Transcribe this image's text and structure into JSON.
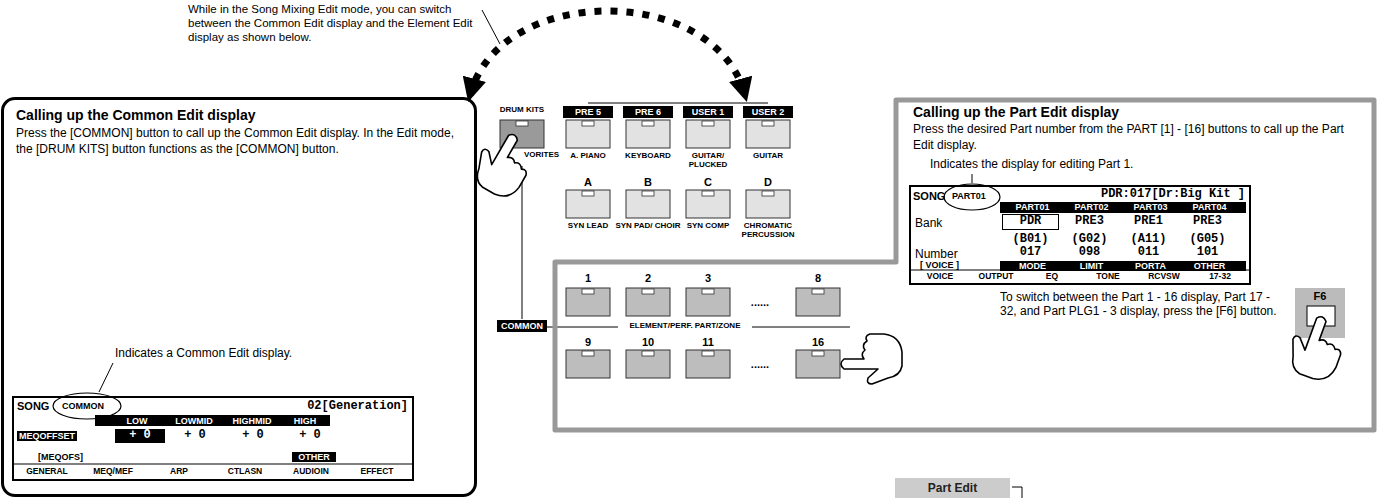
{
  "diagram": {
    "nodes": [
      {
        "text": [
          "Calling up the Common Edit display",
          "Press the [COMMON] button to call up the Common Edit display. In the Edit mode, the [DRUM KITS] button functions as the [COMMON] button."
        ]
      },
      {
        "text": [
          "Calling up the Part Edit display",
          "Press the desired Part number from the PART [1] - [16] buttons to call up the Part Edit display."
        ]
      },
      {
        "text": [
          "Part Edit"
        ]
      }
    ],
    "edges": [
      {
        "from": 0,
        "to": 1,
        "arrow": "both"
      }
    ],
    "labels": [
      "While in the Song Mixing Edit mode, you can switch between the Common Edit display and the Element Edit display as shown below.",
      "Indicates a Common Edit display.",
      "SONG",
      "COMMON",
      "02[Generation]",
      "LOW",
      "LOWMID",
      "HIGHMID",
      "HIGH",
      "MEQOFFSET",
      "+ 0",
      "+ 0",
      "+ 0",
      "+ 0",
      "[MEQOFS]",
      "OTHER",
      "GENERAL",
      "MEQ/MEF",
      "ARP",
      "CTLASN",
      "AUDIOIN",
      "EFFECT",
      "DRUM KITS",
      "VORITES",
      "PRE 5",
      "PRE 6",
      "USER 1",
      "USER 2",
      "A. PIANO",
      "KEYBOARD",
      "GUITAR/ PLUCKED",
      "GUITAR",
      "A",
      "B",
      "C",
      "D",
      "SYN LEAD",
      "SYN PAD/ CHOIR",
      "SYN COMP",
      "CHROMATIC PERCUSSION",
      "COMMON",
      "ELEMENT/PERF. PART/ZONE",
      "1",
      "2",
      "3",
      "......",
      "8",
      "9",
      "10",
      "11",
      "......",
      "16",
      "Indicates the display for editing Part 1.",
      "SONG",
      "PART01",
      "PDR:017[Dr:Big Kit ]",
      "PART01",
      "PART02",
      "PART03",
      "PART04",
      "Bank",
      "PDR",
      "PRE3",
      "PRE1",
      "PRE3",
      "Number",
      "(B01)",
      "(G02)",
      "(A11)",
      "(G05)",
      "017",
      "098",
      "011",
      "101",
      "[ VOICE ]",
      "MODE",
      "LIMIT",
      "PORTA",
      "OTHER",
      "VOICE",
      "OUTPUT",
      "EQ",
      "TONE",
      "RCVSW",
      "17-32",
      "To switch between the Part 1 - 16 display, Part 17 - 32, and Part PLG1 - 3 display, press the [F6] button.",
      "F6"
    ]
  }
}
